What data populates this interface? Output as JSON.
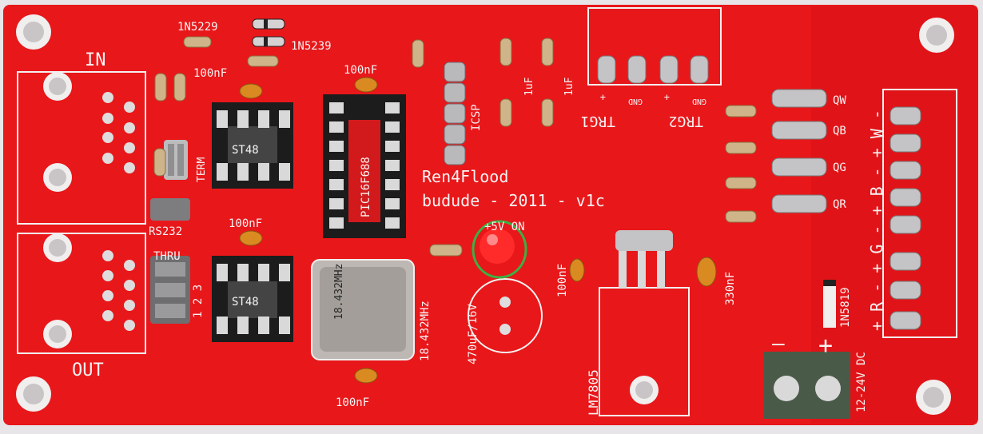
{
  "board": {
    "title_line1": "Ren4Flood",
    "title_line2": "budude - 2011 - v1c",
    "labels": {
      "in": "IN",
      "out": "OUT",
      "term": "TERM",
      "rs232": "RS232",
      "thru": "THRU",
      "jumper_123": "1 2 3",
      "icsp": "ICSP",
      "trg1": "TRG1",
      "trg2": "TRG2",
      "trg_plus_1": "+",
      "trg_gnd_1": "GND",
      "trg_plus_2": "+",
      "trg_gnd_2": "GND",
      "qw": "QW",
      "qb": "QB",
      "qg": "QG",
      "qr": "QR",
      "rgbw": "+ R - + G - + B - + W -",
      "power_on": "+5V ON",
      "cap_470": "470uF/16V",
      "cap_100n_a": "100nF",
      "cap_100n_b": "100nF",
      "cap_100n_c": "100nF",
      "cap_100n_d": "100nF",
      "cap_100n_e": "100nF",
      "cap_330n": "330nF",
      "cap_1u_a": "1uF",
      "cap_1u_b": "1uF",
      "crystal": "18.432MHz",
      "crystal_marking": "18.432MHz",
      "diode_1": "1N5229",
      "diode_2": "1N5239",
      "diode_3": "1N5819",
      "ic_mcu": "PIC16F688",
      "ic_driver_a": "ST48",
      "ic_driver_b": "ST48",
      "regulator": "LM7805",
      "dc_input": "12-24V DC",
      "dc_minus": "—",
      "dc_plus": "+"
    }
  },
  "colors": {
    "pcb": "#e8171a",
    "silkscreen": "#f4f1f1",
    "highlight_circle": "#3cb043",
    "led": "#ff2b2b"
  }
}
